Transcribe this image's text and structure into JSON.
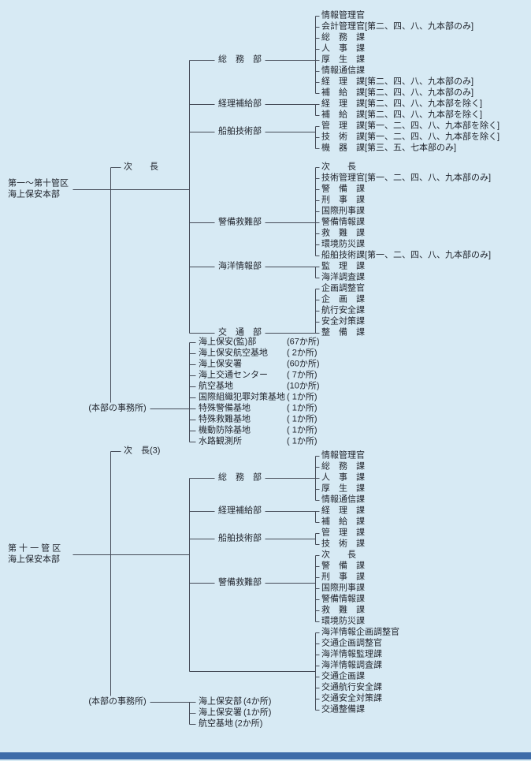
{
  "page": {
    "background": "#d7eaf4",
    "text_color": "#22262e",
    "line_color": "#454b57",
    "footer_bar_color": "#3e6ca8"
  },
  "sections": [
    {
      "root": {
        "line1": "第一〜第十管区",
        "line2": "海上保安本部"
      },
      "deputy": "次　　長",
      "departments": [
        {
          "name": "総　務　部",
          "children": [
            "情報管理官",
            "会計管理官[第二、四、八、九本部のみ]",
            "総　務　課",
            "人　事　課",
            "厚　生　課",
            "情報通信課",
            "経　理　課[第二、四、八、九本部のみ]",
            "補　給　課[第二、四、八、九本部のみ]"
          ]
        },
        {
          "name": "経理補給部",
          "children": [
            "経　理　課[第二、四、八、九本部を除く]",
            "補　給　課[第二、四、八、九本部を除く]"
          ]
        },
        {
          "name": "船舶技術部",
          "children": [
            "管　理　課[第一、二、四、八、九本部を除く]",
            "技　術　課[第一、二、四、八、九本部を除く]",
            "機　器　課[第三、五、七本部のみ]"
          ]
        },
        {
          "name": "警備救難部",
          "children": [
            "次　　長",
            "技術管理官[第一、二、四、八、九本部のみ]",
            "警　備　課",
            "刑　事　課",
            "国際刑事課",
            "警備情報課",
            "救　難　課",
            "環境防災課",
            "船舶技術課[第一、二、四、八、九本部のみ]"
          ]
        },
        {
          "name": "海洋情報部",
          "children": [
            "監　理　課",
            "海洋調査課"
          ]
        },
        {
          "name": "交　通　部",
          "children": [
            "企画調整官",
            "企　画　課",
            "航行安全課",
            "安全対策課",
            "整　備　課"
          ]
        }
      ],
      "offices_label": "(本部の事務所)",
      "offices": [
        {
          "name": "海上保安(監)部",
          "count": "(67か所)"
        },
        {
          "name": "海上保安航空基地",
          "count": "( 2か所)"
        },
        {
          "name": "海上保安署",
          "count": "(60か所)"
        },
        {
          "name": "海上交通センター",
          "count": "( 7か所)"
        },
        {
          "name": "航空基地",
          "count": "(10か所)"
        },
        {
          "name": "国際組織犯罪対策基地",
          "count": "( 1か所)"
        },
        {
          "name": "特殊警備基地",
          "count": "( 1か所)"
        },
        {
          "name": "特殊救難基地",
          "count": "( 1か所)"
        },
        {
          "name": "機動防除基地",
          "count": "( 1か所)"
        },
        {
          "name": "水路観測所",
          "count": "( 1か所)"
        }
      ]
    },
    {
      "root": {
        "line1": "第 十 一 管 区",
        "line2": "海上保安本部"
      },
      "deputy": "次　長(3)",
      "departments": [
        {
          "name": "総　務　部",
          "children": [
            "情報管理官",
            "総　務　課",
            "人　事　課",
            "厚　生　課",
            "情報通信課"
          ]
        },
        {
          "name": "経理補給部",
          "children": [
            "経　理　課",
            "補　給　課"
          ]
        },
        {
          "name": "船舶技術部",
          "children": [
            "管　理　課",
            "技　術　課"
          ]
        },
        {
          "name": "警備救難部",
          "children": [
            "次　　長",
            "警　備　課",
            "刑　事　課",
            "国際刑事課",
            "警備情報課",
            "救　難　課",
            "環境防災課"
          ]
        }
      ],
      "direct_units": [
        "海洋情報企画調整官",
        "交通企画調整官",
        "海洋情報監理課",
        "海洋情報調査課",
        "交通企画課",
        "交通航行安全課",
        "交通安全対策課",
        "交通整備課"
      ],
      "offices_label": "(本部の事務所)",
      "offices": [
        {
          "name": "海上保安部",
          "count": "(4か所)"
        },
        {
          "name": "海上保安署",
          "count": "(1か所)"
        },
        {
          "name": "航空基地",
          "count": "(2か所)"
        }
      ]
    }
  ]
}
